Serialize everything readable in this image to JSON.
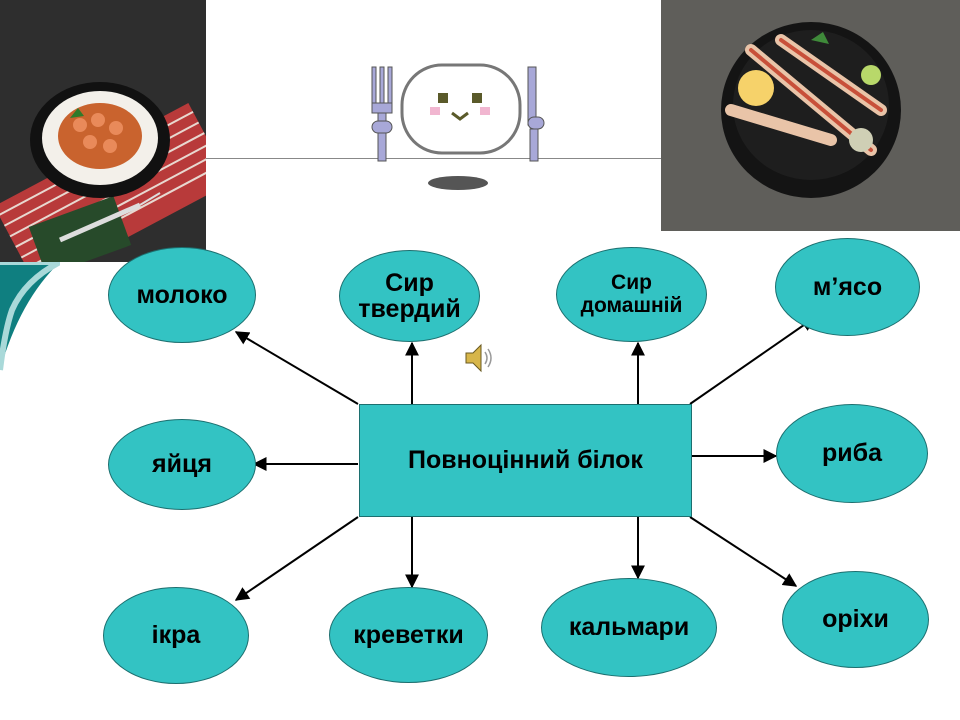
{
  "center": {
    "label": "Повноцінний білок"
  },
  "nodes": [
    {
      "id": "moloko",
      "label": "молоко"
    },
    {
      "id": "syr-tverdyi",
      "label": "Сир твердий"
    },
    {
      "id": "syr-domashnii",
      "label": "Сир домашній"
    },
    {
      "id": "myaso",
      "label": "м’ясо"
    },
    {
      "id": "yaitsia",
      "label": "яйця"
    },
    {
      "id": "ryba",
      "label": "риба"
    },
    {
      "id": "ikra",
      "label": "ікра"
    },
    {
      "id": "krevetky",
      "label": "креветки"
    },
    {
      "id": "kalmary",
      "label": "кальмари"
    },
    {
      "id": "orikhy",
      "label": "оріхи"
    }
  ],
  "colors": {
    "node_fill": "#33c3c3",
    "node_border": "#1c6f6f",
    "accent_teal": "#0f7f80"
  }
}
